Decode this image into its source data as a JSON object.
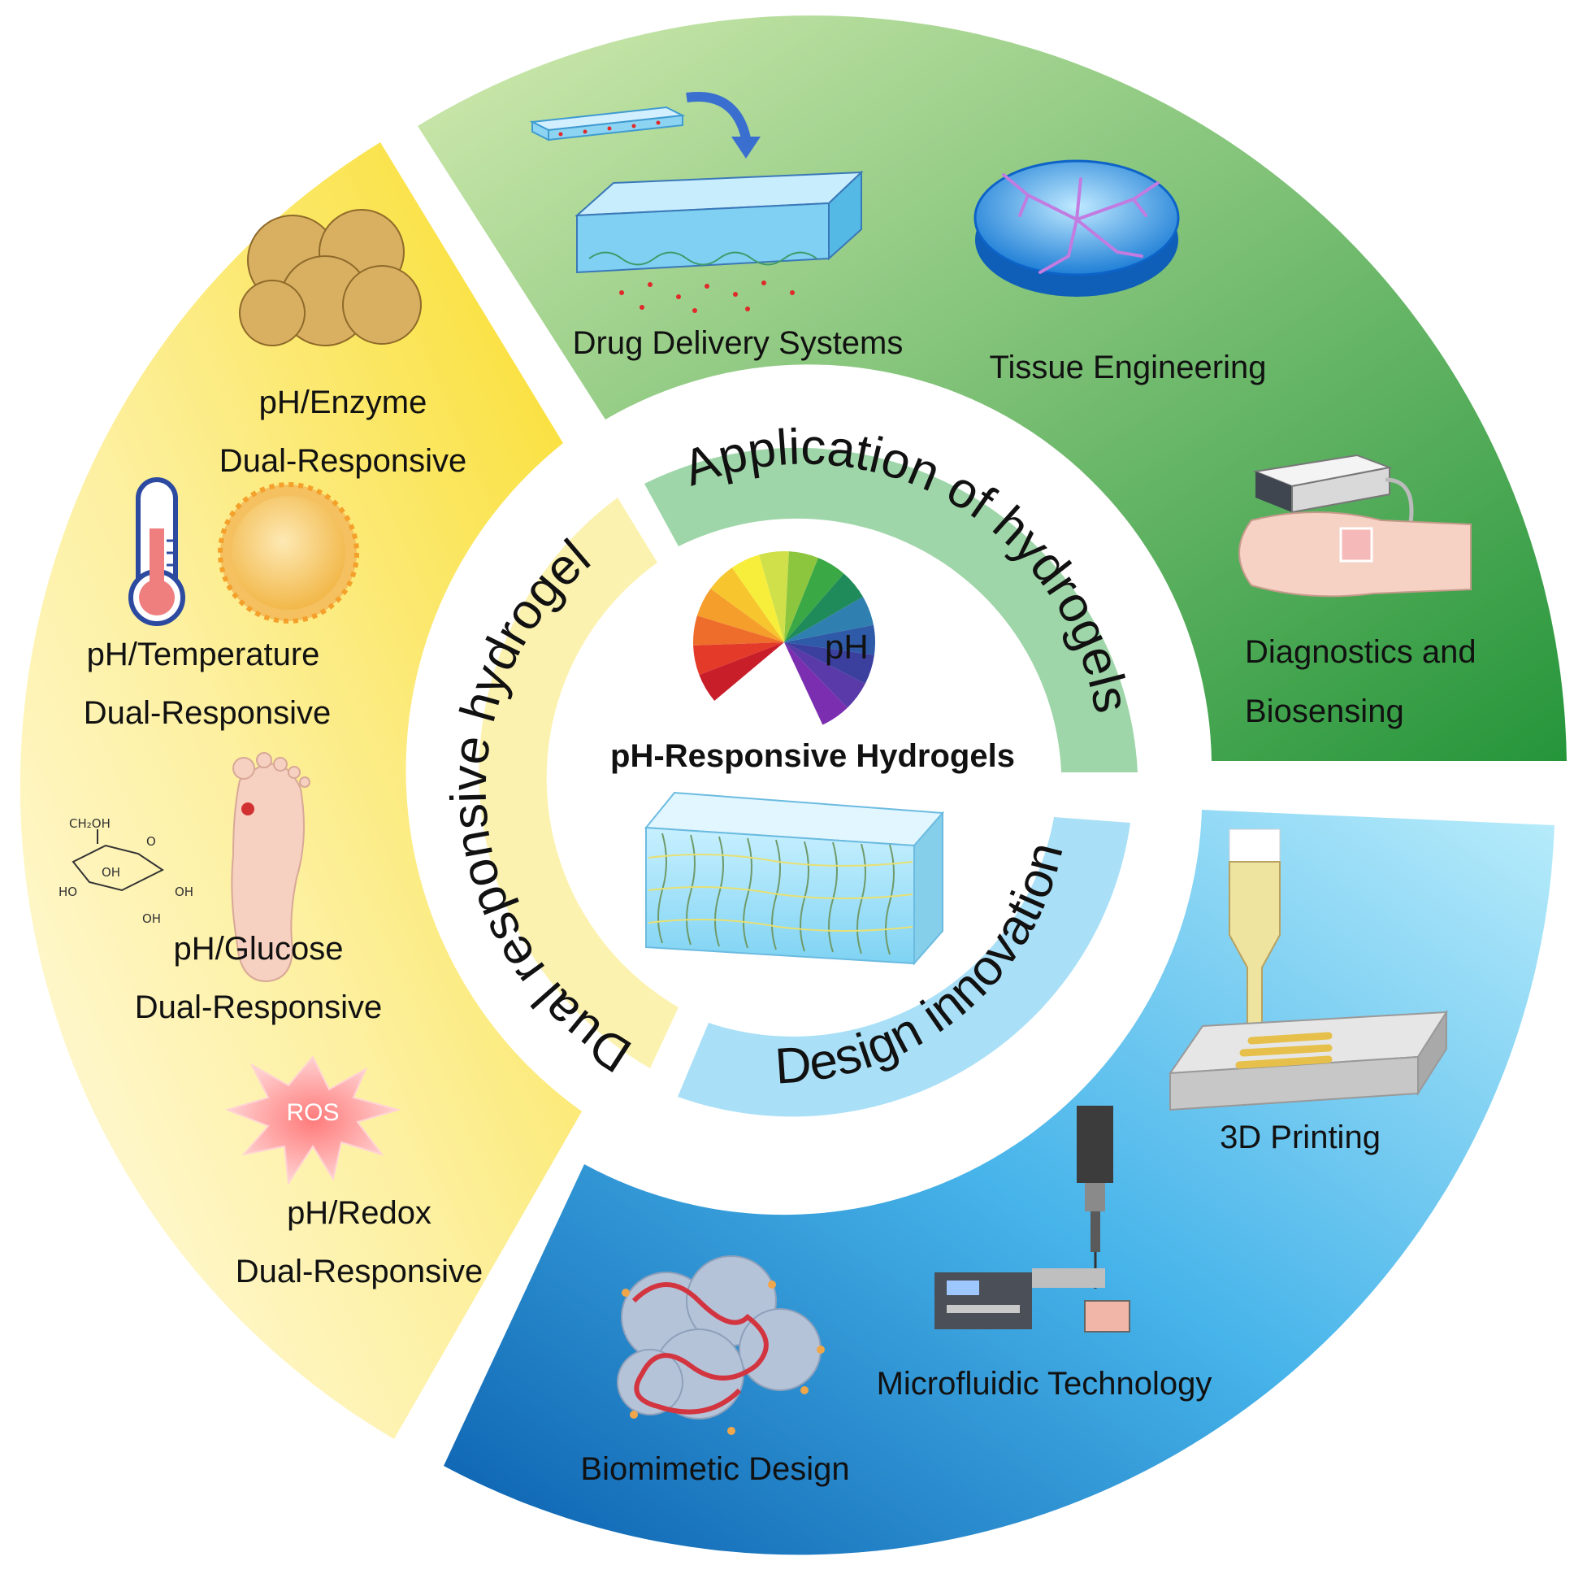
{
  "center": {
    "title": "pH-Responsive Hydrogels",
    "ph_label": "pH"
  },
  "inner_ring": {
    "application": "Application of hydrogels",
    "design": "Design innovation",
    "dual": "Dual responsive hydrogel"
  },
  "applications": {
    "drug_delivery": "Drug Delivery Systems",
    "tissue": "Tissue Engineering",
    "diagnostics_line1": "Diagnostics and",
    "diagnostics_line2": "Biosensing"
  },
  "design": {
    "printing": "3D Printing",
    "microfluidic": "Microfluidic Technology",
    "biomimetic": "Biomimetic Design"
  },
  "dual": {
    "enzyme_line1": "pH/Enzyme",
    "enzyme_line2": "Dual-Responsive",
    "temperature_line1": "pH/Temperature",
    "temperature_line2": "Dual-Responsive",
    "glucose_line1": "pH/Glucose",
    "glucose_line2": "Dual-Responsive",
    "redox_line1": "pH/Redox",
    "redox_line2": "Dual-Responsive",
    "ros": "ROS",
    "glucose_ch2oh": "CH₂OH",
    "glucose_o": "O",
    "glucose_oh1": "OH",
    "glucose_oh2": "OH",
    "glucose_ho": "HO",
    "glucose_oh3": "OH"
  },
  "colors": {
    "green_light": "#c9e6a8",
    "green_dark": "#2e9a3c",
    "yellow_light": "#fff7cf",
    "yellow_dark": "#f7dc2a",
    "blue_light": "#8fdcf6",
    "blue_dark": "#1167b8",
    "inner_green": "#9fd6a9",
    "inner_blue": "#a9e0f7",
    "inner_yellow": "#fcf2b0"
  }
}
